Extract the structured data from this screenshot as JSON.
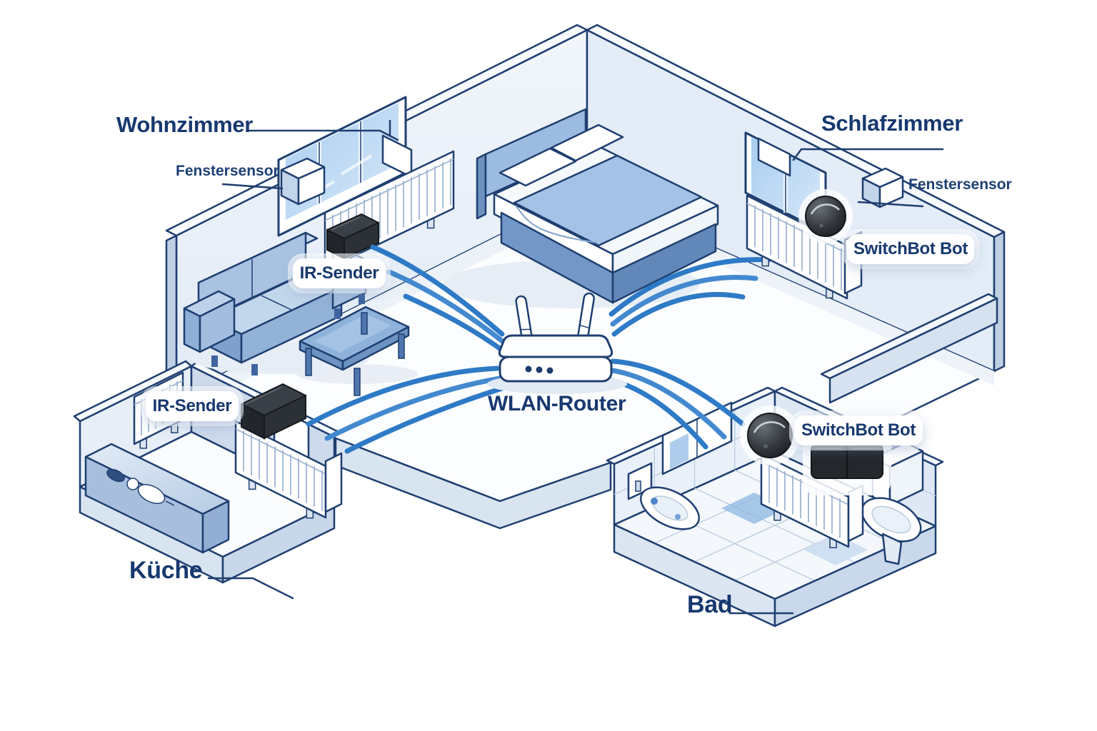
{
  "labels": {
    "wohnzimmer": "Wohnzimmer",
    "fenstersensor_wohnzimmer": "Fenstersensor",
    "ir_sender_wohnzimmer": "IR-Sender",
    "schlafzimmer": "Schlafzimmer",
    "fenstersensor_schlafzimmer": "Fenstersensor",
    "switchbot_schlafzimmer": "SwitchBot Bot",
    "wlan_router": "WLAN-Router",
    "ir_sender_kueche": "IR-Sender",
    "kueche": "Küche",
    "switchbot_bad": "SwitchBot Bot",
    "bad": "Bad"
  },
  "scene": {
    "type": "isometric-smart-home-floorplan",
    "rooms": [
      "Wohnzimmer",
      "Schlafzimmer",
      "Küche",
      "Bad"
    ],
    "hub_device": "WLAN-Router",
    "wifi_arc_groups": 4,
    "arcs_per_group": 3,
    "devices": [
      {
        "room": "Wohnzimmer",
        "items": [
          "Fenstersensor",
          "IR-Sender"
        ]
      },
      {
        "room": "Schlafzimmer",
        "items": [
          "Fenstersensor",
          "SwitchBot Bot"
        ]
      },
      {
        "room": "Küche",
        "items": [
          "IR-Sender"
        ]
      },
      {
        "room": "Bad",
        "items": [
          "SwitchBot Bot"
        ]
      }
    ]
  },
  "colors": {
    "background": "#ffffff",
    "label_text": "#17386f",
    "outline": "#1f3f71",
    "wifi_arc": "#2e7ac6",
    "wall_fill": "#e7eef7",
    "wall_cap": "#f8fbfe",
    "window_glass": "#a9cdf0",
    "floor": "#fcfdff",
    "slab": "#d9e4f1",
    "furniture_blue": "#9cbbe0",
    "device_black": "#24282d"
  }
}
